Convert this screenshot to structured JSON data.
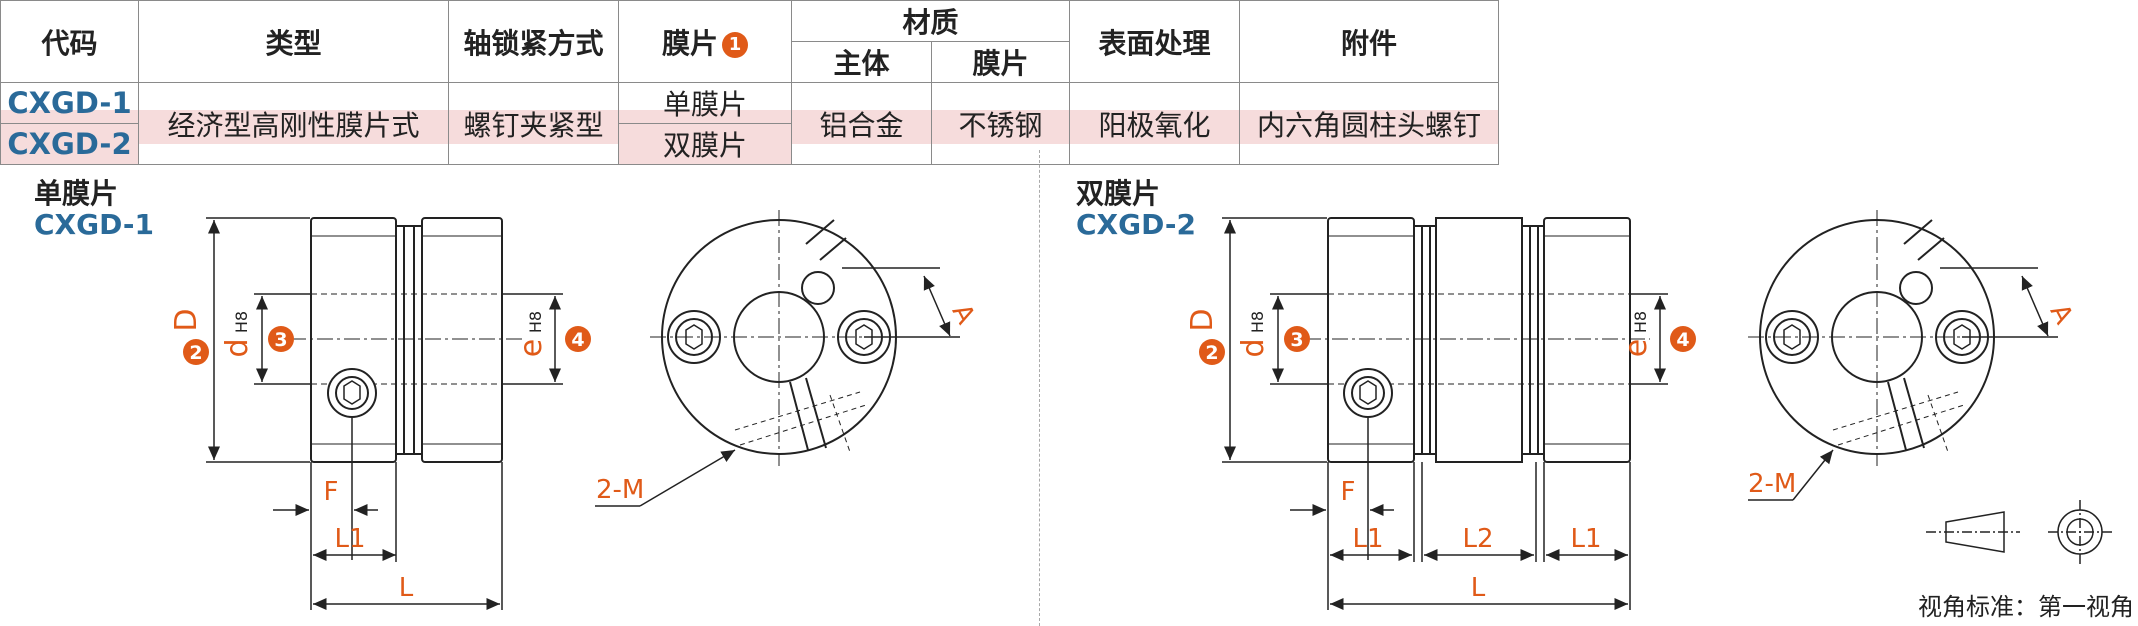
{
  "table": {
    "headers": {
      "code": "代码",
      "type": "类型",
      "lock": "轴锁紧方式",
      "membrane": "膜片",
      "membrane_badge": "1",
      "material": "材质",
      "material_body": "主体",
      "material_membrane": "膜片",
      "surface": "表面处理",
      "accessory": "附件"
    },
    "rows": [
      {
        "code": "CXGD-1",
        "membrane": "单膜片"
      },
      {
        "code": "CXGD-2",
        "membrane": "双膜片"
      }
    ],
    "shared": {
      "type": "经济型高刚性膜片式",
      "lock": "螺钉夹紧型",
      "material_body": "铝合金",
      "material_membrane": "不锈钢",
      "surface": "阳极氧化",
      "accessory": "内六角圆柱头螺钉"
    }
  },
  "single": {
    "title": "单膜片",
    "code": "CXGD-1"
  },
  "double": {
    "title": "双膜片",
    "code": "CXGD-2"
  },
  "dims": {
    "D": "D",
    "d": "d",
    "e": "e",
    "H8": "H8",
    "b2": "2",
    "b3": "3",
    "b4": "4",
    "F": "F",
    "L": "L",
    "L1": "L1",
    "L2": "L2",
    "A": "A",
    "M": "2-M"
  },
  "footer": "视角标准：第一视角",
  "colors": {
    "accent": "#e05a18",
    "code_blue": "#2a6a99",
    "highlight_row": "#f6dcdc"
  }
}
